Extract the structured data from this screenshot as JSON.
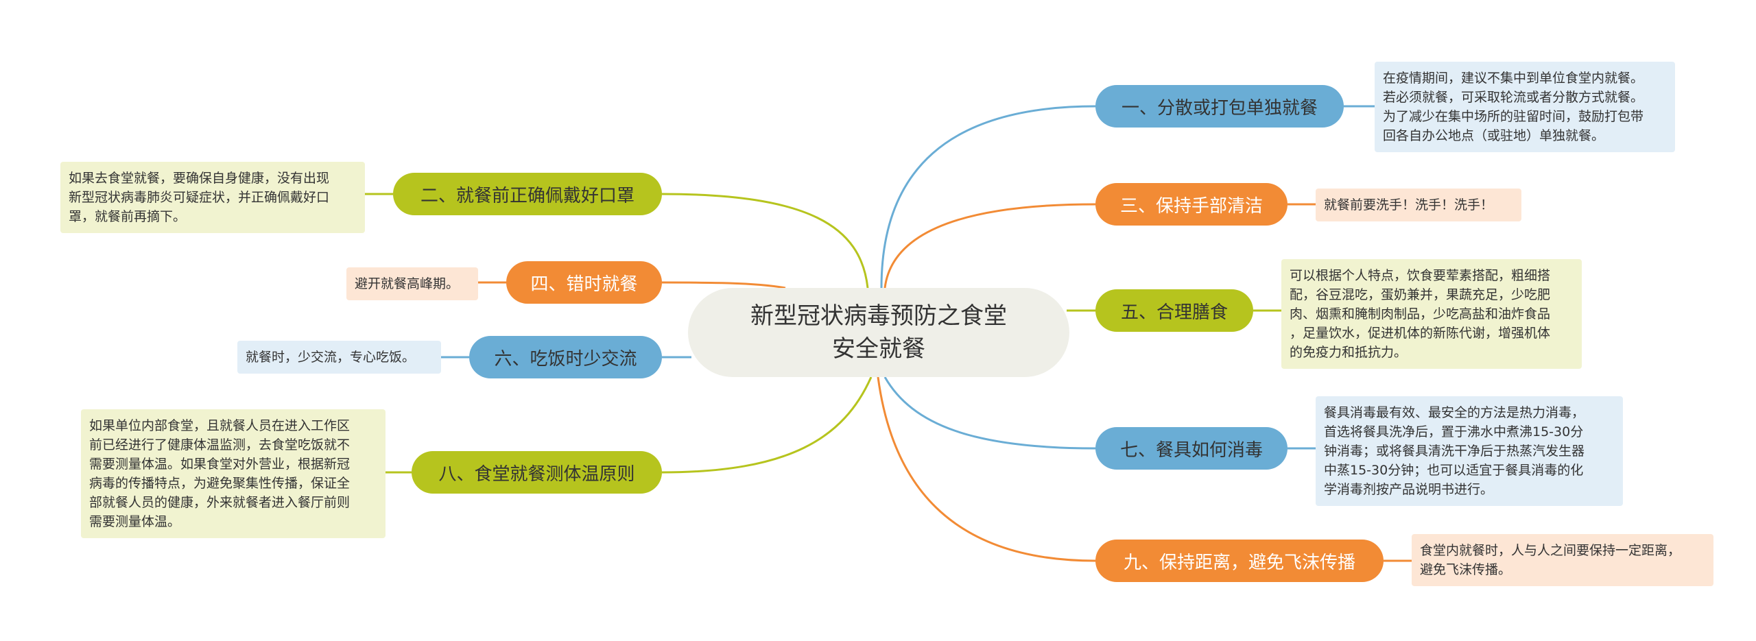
{
  "center": {
    "line1": "新型冠状病毒预防之食堂",
    "line2": "安全就餐"
  },
  "colors": {
    "blue": "#6aadd5",
    "orange": "#f28b35",
    "green": "#b6c41e"
  },
  "branches": [
    {
      "label": "一、分散或打包单独就餐",
      "color": "blue",
      "note": [
        "在疫情期间，建议不集中到单位食堂内就餐。",
        "若必须就餐，可采取轮流或者分散方式就餐。",
        "为了减少在集中场所的驻留时间，鼓励打包带",
        "回各自办公地点（或驻地）单独就餐。"
      ]
    },
    {
      "label": "二、就餐前正确佩戴好口罩",
      "color": "green",
      "note": [
        "如果去食堂就餐，要确保自身健康，没有出现",
        "新型冠状病毒肺炎可疑症状，并正确佩戴好口",
        "罩，就餐前再摘下。"
      ]
    },
    {
      "label": "三、保持手部清洁",
      "color": "orange",
      "note": [
        "就餐前要洗手！洗手！洗手！"
      ]
    },
    {
      "label": "四、错时就餐",
      "color": "orange",
      "note": [
        "避开就餐高峰期。"
      ]
    },
    {
      "label": "五、合理膳食",
      "color": "green",
      "note": [
        "可以根据个人特点，饮食要荤素搭配，粗细搭",
        "配，谷豆混吃，蛋奶兼并，果蔬充足，少吃肥",
        "肉、烟熏和腌制肉制品，少吃高盐和油炸食品",
        "，足量饮水，促进机体的新陈代谢，增强机体",
        "的免疫力和抵抗力。"
      ]
    },
    {
      "label": "六、吃饭时少交流",
      "color": "blue",
      "note": [
        "就餐时，少交流，专心吃饭。"
      ]
    },
    {
      "label": "七、餐具如何消毒",
      "color": "blue",
      "note": [
        "餐具消毒最有效、最安全的方法是热力消毒，",
        "首选将餐具洗净后，置于沸水中煮沸15-30分",
        "钟消毒；或将餐具清洗干净后于热蒸汽发生器",
        "中蒸15-30分钟；也可以适宜于餐具消毒的化",
        "学消毒剂按产品说明书进行。"
      ]
    },
    {
      "label": "八、食堂就餐测体温原则",
      "color": "green",
      "note": [
        "如果单位内部食堂，且就餐人员在进入工作区",
        "前已经进行了健康体温监测，去食堂吃饭就不",
        "需要测量体温。如果食堂对外营业，根据新冠",
        "病毒的传播特点，为避免聚集性传播，保证全",
        "部就餐人员的健康，外来就餐者进入餐厅前则",
        "需要测量体温。"
      ]
    },
    {
      "label": "九、保持距离，避免飞沫传播",
      "color": "orange",
      "note": [
        "食堂内就餐时，人与人之间要保持一定距离，",
        "避免飞沫传播。"
      ]
    }
  ]
}
